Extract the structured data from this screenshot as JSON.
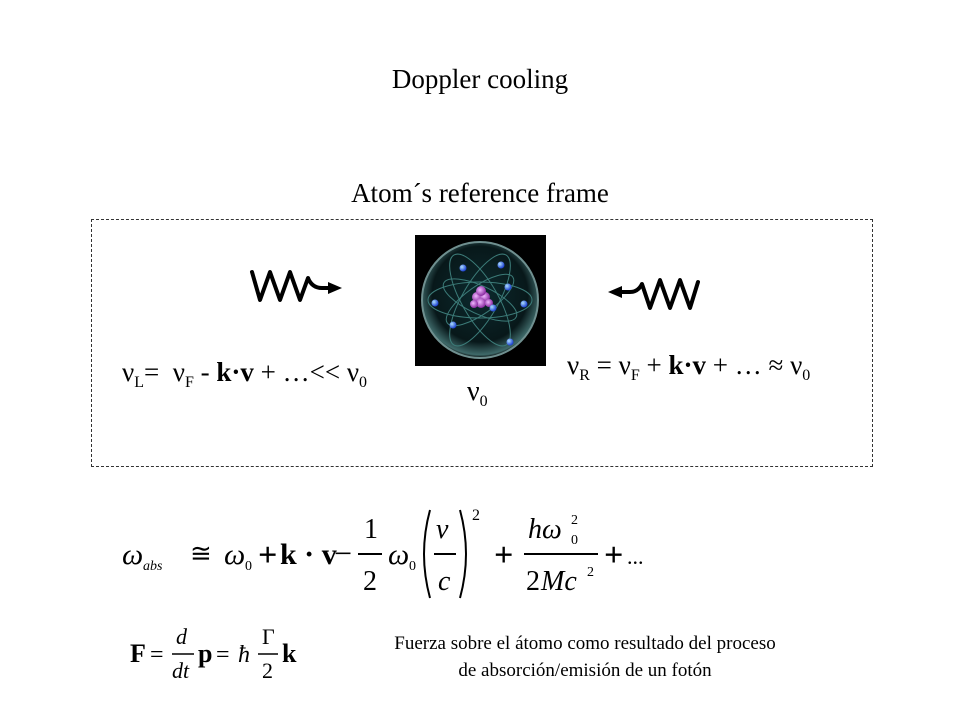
{
  "title": "Doppler cooling",
  "subtitle": "Atom´s reference frame",
  "left_eq": {
    "nu": "ν",
    "sub_L": "L",
    "eq": "=",
    "nu2": "ν",
    "sub_F": "F",
    "minus": " - ",
    "kv": "k·v",
    "rest": " + …<< ",
    "nu3": "ν",
    "sub_0": "0"
  },
  "right_eq": {
    "nu": "ν",
    "sub_R": "R",
    "eq": " = ",
    "nu2": "ν",
    "sub_F": "F",
    "plus": " + ",
    "kv": "k·v",
    "rest": " + …  ≈ ",
    "nu3": "ν",
    "sub_0": "0"
  },
  "center_label": {
    "nu": "ν",
    "sub_0": "0"
  },
  "formula_big": {
    "omega_abs": "ω",
    "abs_sub": "abs",
    "approx": "≅",
    "omega0": "ω",
    "sub0": "0",
    "plus1": "+",
    "kv": "k · v",
    "minus": "−",
    "frac_num": "1",
    "frac_den": "2",
    "omega0b": "ω",
    "sub0b": "0",
    "v": "v",
    "c": "c",
    "exp2": "2",
    "plus2": "+",
    "h_omega": "hω",
    "sub0c": "0",
    "sup2": "2",
    "den2": "2",
    "Mc": "Mc",
    "sup2b": "2",
    "plus3": "+",
    "dots": "..."
  },
  "formula_force": {
    "F": "F",
    "eq1": "=",
    "d": "d",
    "dt": "dt",
    "p": "p",
    "eq2": "=",
    "hbar": "ħ",
    "Gamma": "Γ",
    "two": "2",
    "k": "k"
  },
  "caption": {
    "line1": "Fuerza sobre el átomo como resultado del proceso",
    "line2": "de absorción/emisión de un fotón"
  }
}
